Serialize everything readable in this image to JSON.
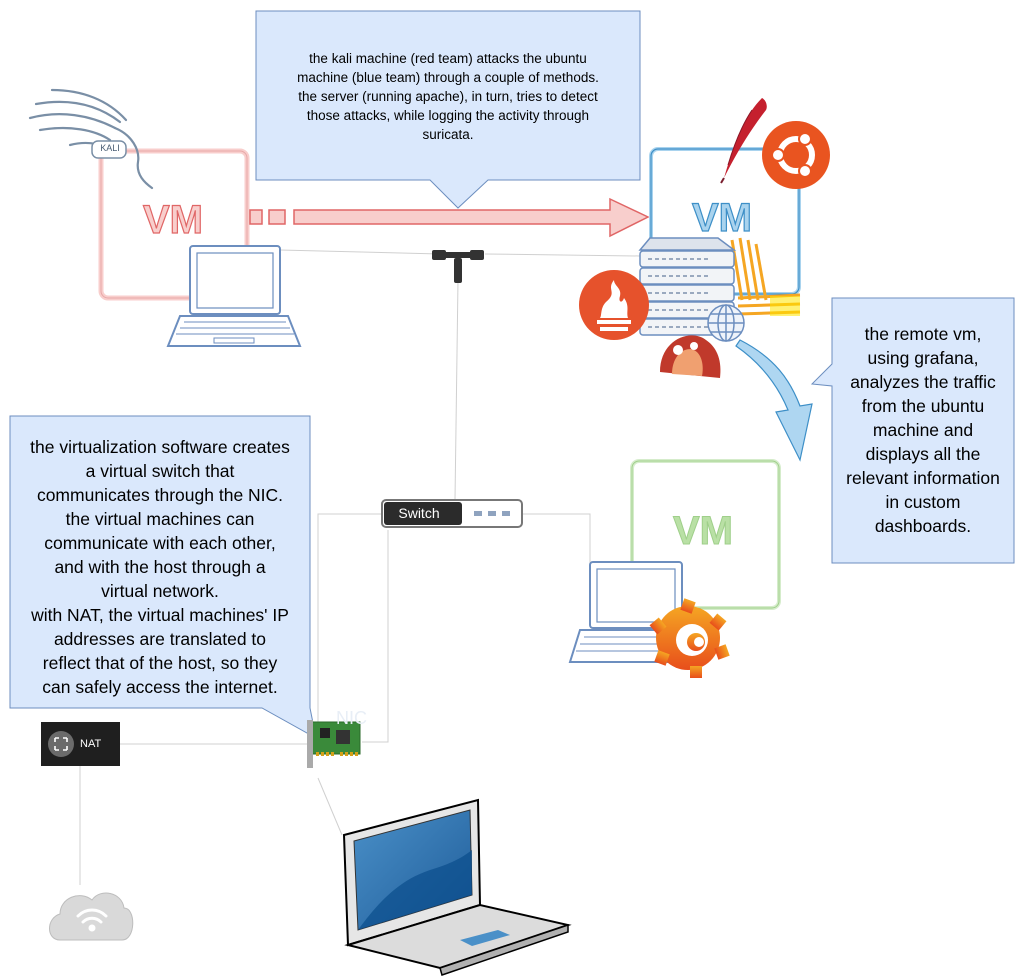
{
  "callouts": {
    "top": "the kali machine (red team) attacks the ubuntu\nmachine (blue team) through a couple of methods.\nthe server (running apache), in turn, tries to detect\nthose attacks, while logging the activity through\nsuricata.",
    "right": "the remote vm,\nusing grafana,\nanalyzes the traffic\nfrom the ubuntu\nmachine and\ndisplays all the\nrelevant information\nin custom\ndashboards.",
    "left": "the virtualization software creates\na virtual switch that\ncommunicates through the NIC.\nthe virtual machines can\ncommunicate with each other,\nand with the host through a\nvirtual network.\nwith NAT, the virtual machines' IP\naddresses are translated to\nreflect that of the host, so they\ncan safely access the internet."
  },
  "vms": {
    "kali": "VM",
    "ubuntu": "VM",
    "remote": "VM"
  },
  "labels": {
    "kali_logo": "KALI",
    "switch": "Switch",
    "nat": "NAT",
    "nic": "NIC"
  },
  "colors": {
    "callout_fill": "#dae8fc",
    "callout_stroke": "#6c8ebf",
    "kali_vm": "#f8cecc",
    "kali_vm_stroke": "#e06666",
    "ubuntu_vm": "#5aa6d6",
    "remote_vm": "#b9e0a5",
    "remote_vm_text": "#b9e0a5",
    "laptop_stroke": "#6c8ebf",
    "ubuntu_orange": "#e95420",
    "prometheus": "#e6522c"
  }
}
